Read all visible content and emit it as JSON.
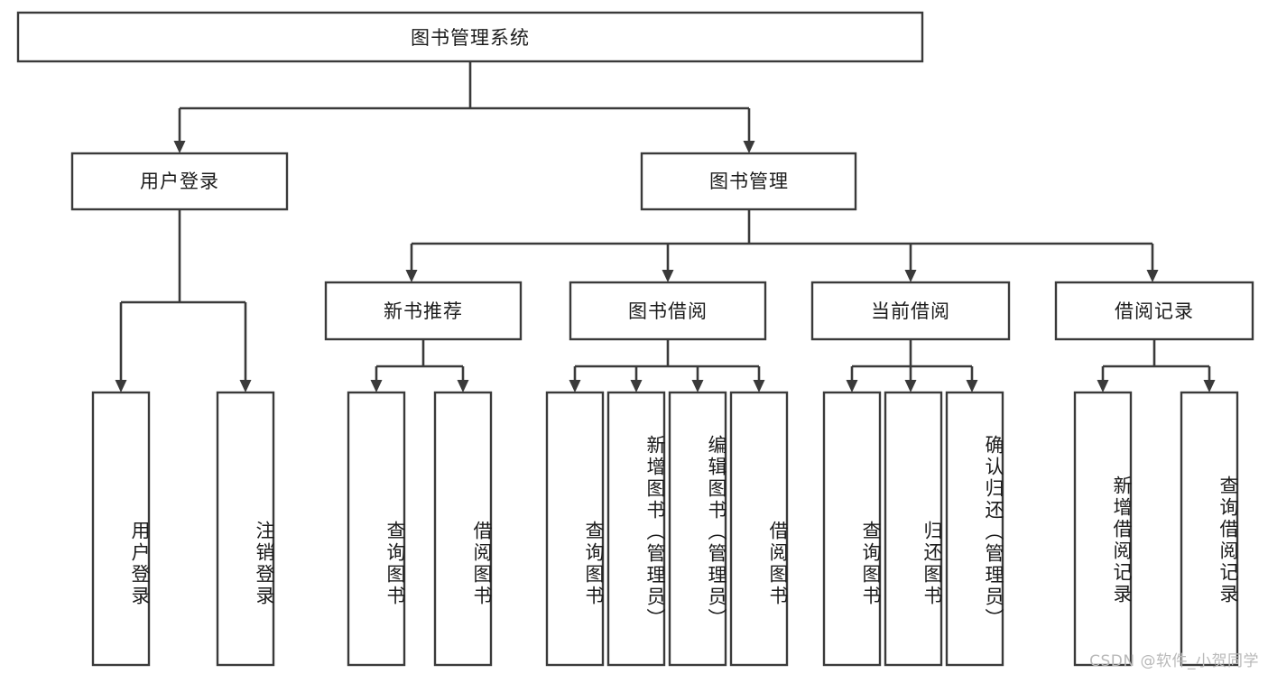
{
  "diagram": {
    "type": "hierarchy-tree",
    "title": "图书管理系统",
    "orientation": "top-down",
    "colors": {
      "background": "#ffffff",
      "box_fill": "#ffffff",
      "box_stroke": "#3a3a3a",
      "connector": "#3a3a3a",
      "text": "#1b1b1b",
      "watermark": "#b9b9b9"
    },
    "root": {
      "label": "图书管理系统"
    },
    "level2": [
      {
        "label": "用户登录"
      },
      {
        "label": "图书管理"
      }
    ],
    "level3": [
      {
        "label": "新书推荐"
      },
      {
        "label": "图书借阅"
      },
      {
        "label": "当前借阅"
      },
      {
        "label": "借阅记录"
      }
    ],
    "leaves": {
      "user_login": [
        {
          "label": "用户登录"
        },
        {
          "label": "注销登录"
        }
      ],
      "new_book_recommend": [
        {
          "label": "查询图书"
        },
        {
          "label": "借阅图书"
        }
      ],
      "book_borrow": [
        {
          "label": "查询图书"
        },
        {
          "label": "新增图书（管理员）"
        },
        {
          "label": "编辑图书（管理员）"
        },
        {
          "label": "借阅图书"
        }
      ],
      "current_borrow": [
        {
          "label": "查询图书"
        },
        {
          "label": "归还图书"
        },
        {
          "label": "确认归还（管理员）"
        }
      ],
      "borrow_record": [
        {
          "label": "新增借阅记录"
        },
        {
          "label": "查询借阅记录"
        }
      ]
    }
  },
  "watermark": {
    "text": "CSDN @软件_小贺同学"
  }
}
